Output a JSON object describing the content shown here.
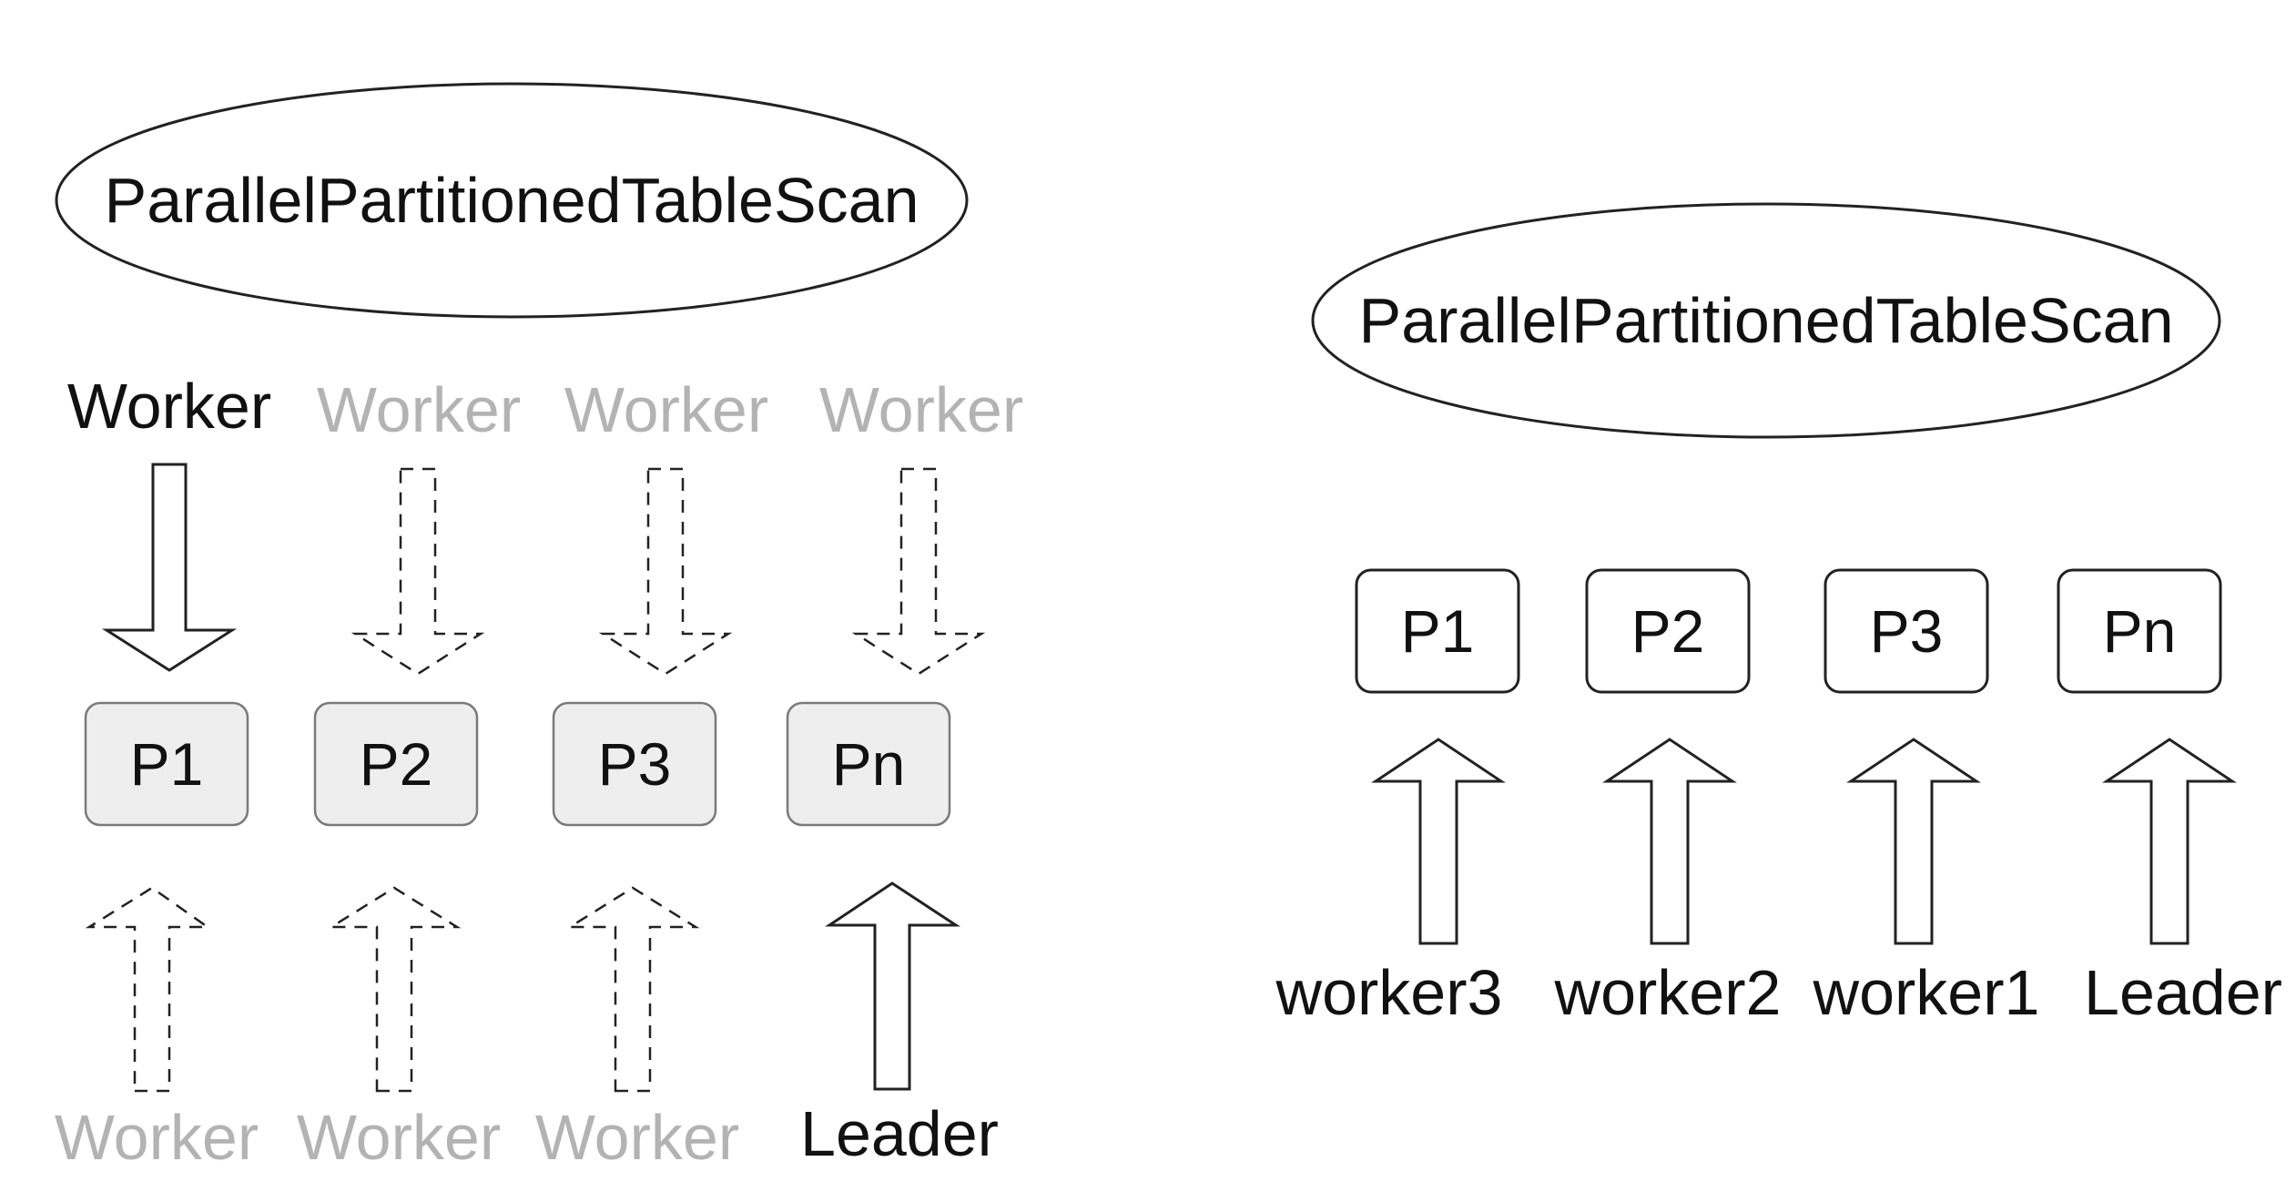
{
  "colors": {
    "active": "#111111",
    "inactive": "#b3b3b3",
    "stroke": "#222222",
    "box_fill": "#eeeeee"
  },
  "left_diagram": {
    "oval_label": "ParallelPartitionedTableScan",
    "top_workers": [
      {
        "label": "Worker",
        "state": "active",
        "arrow": "solid"
      },
      {
        "label": "Worker",
        "state": "inactive",
        "arrow": "dashed"
      },
      {
        "label": "Worker",
        "state": "inactive",
        "arrow": "dashed"
      },
      {
        "label": "Worker",
        "state": "inactive",
        "arrow": "dashed"
      }
    ],
    "partitions": [
      "P1",
      "P2",
      "P3",
      "Pn"
    ],
    "bottom_workers": [
      {
        "label": "Worker",
        "state": "inactive",
        "arrow": "dashed"
      },
      {
        "label": "Worker",
        "state": "inactive",
        "arrow": "dashed"
      },
      {
        "label": "Worker",
        "state": "inactive",
        "arrow": "dashed"
      },
      {
        "label": "Leader",
        "state": "active",
        "arrow": "solid"
      }
    ]
  },
  "right_diagram": {
    "oval_label": "ParallelPartitionedTableScan",
    "partitions": [
      "P1",
      "P2",
      "P3",
      "Pn"
    ],
    "workers": [
      {
        "label": "worker3",
        "state": "active",
        "arrow": "solid"
      },
      {
        "label": "worker2",
        "state": "active",
        "arrow": "solid"
      },
      {
        "label": "worker1",
        "state": "active",
        "arrow": "solid"
      },
      {
        "label": "Leader",
        "state": "active",
        "arrow": "solid"
      }
    ]
  }
}
